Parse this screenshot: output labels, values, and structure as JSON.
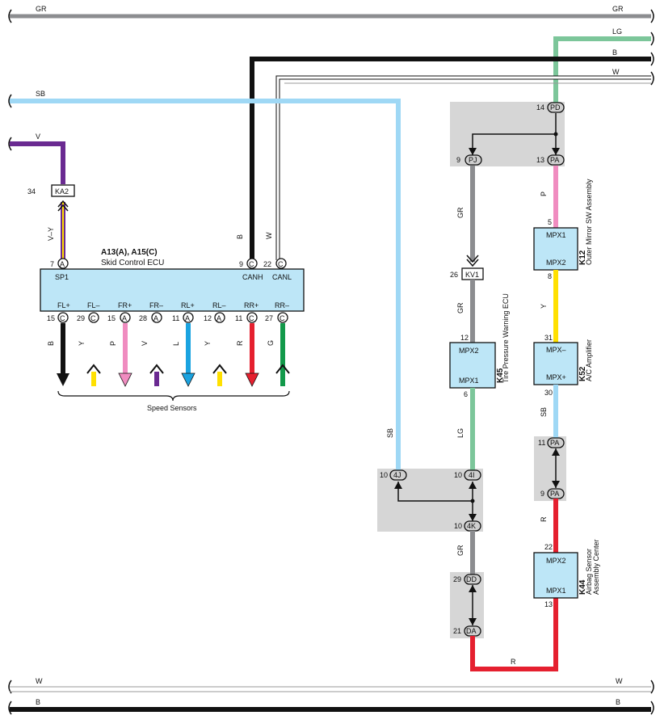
{
  "colors": {
    "GR": "#8c8d90",
    "B": "#111111",
    "SB": "#9fd8f5",
    "V": "#6a2a91",
    "LG": "#7cc69a",
    "W": "#ffffff",
    "P": "#f08cc0",
    "Y": "#ffe000",
    "L": "#1aa3e0",
    "R": "#e5202f",
    "G": "#12994a",
    "gray_box": "#d6d6d6",
    "ecu_fill": "#bde6f7"
  },
  "buses": {
    "top_gr": "GR",
    "top_lg": "LG",
    "top_b": "B",
    "top_w": "W",
    "sb_left": "SB",
    "v_left": "V",
    "bottom_w": "W",
    "bottom_b": "B"
  },
  "skid_ecu": {
    "code": "A13(A), A15(C)",
    "name": "Skid Control ECU",
    "top_pins": [
      {
        "num": "7",
        "conn": "A",
        "label": "SP1"
      },
      {
        "num": "9",
        "conn": "C",
        "label": "CANH"
      },
      {
        "num": "22",
        "conn": "C",
        "label": "CANL"
      }
    ],
    "bottom_pins": [
      {
        "num": "15",
        "conn": "C",
        "label": "FL+",
        "wire": "B"
      },
      {
        "num": "29",
        "conn": "C",
        "label": "FL–",
        "wire": "Y"
      },
      {
        "num": "15",
        "conn": "A",
        "label": "FR+",
        "wire": "P"
      },
      {
        "num": "28",
        "conn": "A",
        "label": "FR–",
        "wire": "V"
      },
      {
        "num": "11",
        "conn": "A",
        "label": "RL+",
        "wire": "L"
      },
      {
        "num": "12",
        "conn": "A",
        "label": "RL–",
        "wire": "Y"
      },
      {
        "num": "11",
        "conn": "C",
        "label": "RR+",
        "wire": "R"
      },
      {
        "num": "27",
        "conn": "C",
        "label": "RR–",
        "wire": "G"
      }
    ],
    "speed_sensors": "Speed Sensors",
    "sp1_wire": "V–Y",
    "canh_wire": "B",
    "canl_wire": "W"
  },
  "ka2": {
    "num": "34",
    "label": "KA2"
  },
  "kv1": {
    "num": "26",
    "label": "KV1"
  },
  "tpw_ecu": {
    "code": "K45",
    "name": "Tire Pressure Warning ECU",
    "pin_top": "12",
    "pin_bottom": "6",
    "lbl_top": "MPX2",
    "lbl_bottom": "MPX1"
  },
  "outer_mirror": {
    "code": "K12",
    "name": "Outer Mirror SW Assembly",
    "pin_top": "5",
    "pin_bottom": "8",
    "lbl_top": "MPX1",
    "lbl_bottom": "MPX2"
  },
  "ac_amp": {
    "code": "K52",
    "name": "A/C Amplifier",
    "pin_top": "31",
    "pin_bottom": "30",
    "lbl_top": "MPX–",
    "lbl_bottom": "MPX+"
  },
  "airbag": {
    "code": "K44",
    "name1": "Airbag Sensor",
    "name2": "Assembly Center",
    "pin_top": "22",
    "pin_bottom": "13",
    "lbl_top": "MPX2",
    "lbl_bottom": "MPX1"
  },
  "junctions": {
    "pd": {
      "num": "14",
      "label": "PD"
    },
    "pj": {
      "num": "9",
      "label": "PJ"
    },
    "pa13": {
      "num": "13",
      "label": "PA"
    },
    "pa11": {
      "num": "11",
      "label": "PA"
    },
    "pa9": {
      "num": "9",
      "label": "PA"
    },
    "j4j": {
      "num": "10",
      "label": "4J"
    },
    "j4i": {
      "num": "10",
      "label": "4I"
    },
    "j4k": {
      "num": "10",
      "label": "4K"
    },
    "dd": {
      "num": "29",
      "label": "DD"
    },
    "da": {
      "num": "21",
      "label": "DA"
    }
  },
  "wire_labels": {
    "pj_kv1": "GR",
    "kv1_tpw": "GR",
    "tpw_4i": "LG",
    "pa_mirror": "P",
    "mirror_ac": "Y",
    "ac_pa": "SB",
    "pa_airbag": "R",
    "jk_dd": "GR",
    "sb_vertical": "SB",
    "bottom_r": "R"
  }
}
